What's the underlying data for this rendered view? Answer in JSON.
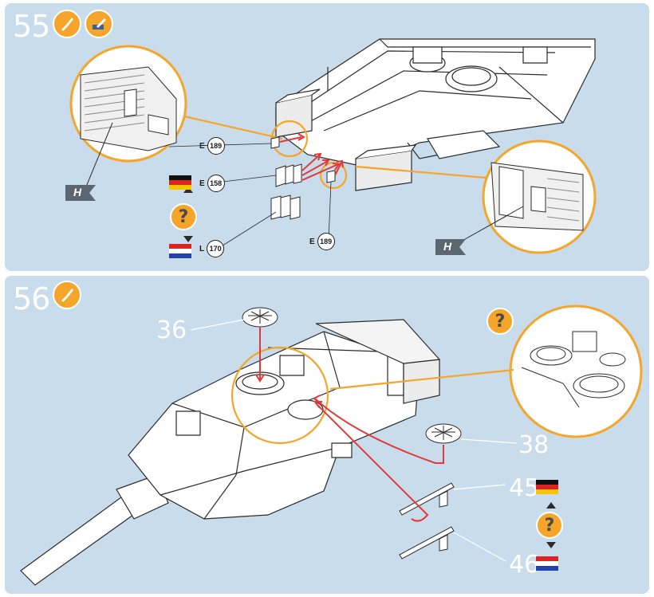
{
  "steps": [
    {
      "number": "55",
      "icons": [
        "paint-brush-icon",
        "decal-icon"
      ],
      "refs": [
        {
          "letter": "E",
          "num": "189"
        },
        {
          "letter": "E",
          "num": "158"
        },
        {
          "letter": "L",
          "num": "170"
        },
        {
          "letter": "E",
          "num": "189"
        }
      ],
      "detail_tags": [
        "H",
        "H"
      ]
    },
    {
      "number": "56",
      "icons": [
        "paint-brush-icon"
      ],
      "parts": [
        "36",
        "38",
        "45",
        "46"
      ]
    }
  ],
  "help_symbol": "?",
  "colors": {
    "panel": "#c9dcec",
    "accent": "#f4a52a",
    "arrow": "#e03a3a",
    "line": "#ffffff"
  },
  "flags": [
    "flag-germany-icon",
    "flag-netherlands-icon"
  ]
}
